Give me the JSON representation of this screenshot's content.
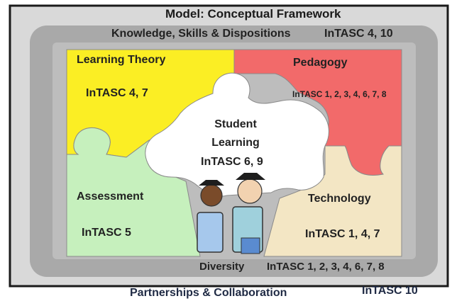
{
  "title": "Model: Conceptual Framework",
  "frame": {
    "top_label": "Knowledge, Skills & Dispositions",
    "top_standards": "InTASC 4, 10",
    "bottom_label": "Partnerships & Collaboration",
    "bottom_standards": "InTASC 10"
  },
  "pieces": {
    "learning_theory": {
      "label": "Learning Theory",
      "standards": "InTASC 4, 7",
      "color": "#fbee24"
    },
    "pedagogy": {
      "label": "Pedagogy",
      "standards": "InTASC 1, 2, 3, 4, 6, 7, 8",
      "color": "#f26a6a"
    },
    "assessment": {
      "label": "Assessment",
      "standards": "InTASC 5",
      "color": "#c6f0bd"
    },
    "technology": {
      "label": "Technology",
      "standards": "InTASC 1, 4, 7",
      "color": "#f3e6c4"
    },
    "student_learning": {
      "label": "Student Learning",
      "standards": "InTASC 6, 9",
      "color": "#ffffff"
    }
  },
  "diversity": {
    "label": "Diversity",
    "standards": "InTASC 1, 2, 3, 4, 6, 7, 8"
  },
  "colors": {
    "frame_gray": "#a9a9a9",
    "inner_gray": "#cfcfcf"
  }
}
